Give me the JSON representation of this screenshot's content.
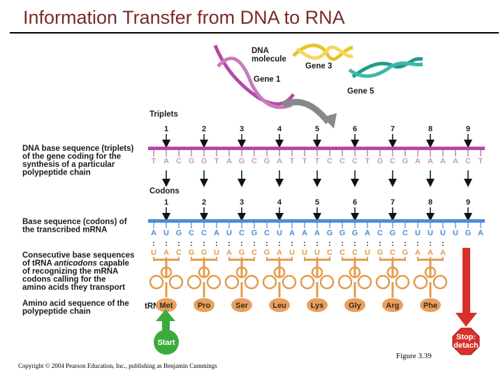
{
  "title": "Information Transfer from DNA to RNA",
  "figure_number": "Figure 3.39",
  "copyright": "Copyright © 2004 Pearson Education, Inc., publishing as Benjamin Cummings",
  "dna_labels": {
    "molecule": "DNA\nmolecule",
    "gene1": "Gene 1",
    "gene3": "Gene 3",
    "gene5": "Gene 5"
  },
  "rows": {
    "triplets": "Triplets",
    "dna_seq": "DNA base sequence (triplets)\nof the gene coding for the\nsynthesis of a particular\npolypeptide chain",
    "codons": "Codons",
    "mrna_seq": "Base sequence (codons) of\nthe transcribed mRNA",
    "anticodons": "Consecutive base sequences\nof tRNA anticodons capable\nof recognizing the mRNA\ncodons calling for the\namino acids they transport",
    "amino_seq": "Amino acid sequence of the\npolypeptide chain",
    "trna": "tRNA"
  },
  "triplet_numbers": [
    "1",
    "2",
    "3",
    "4",
    "5",
    "6",
    "7",
    "8",
    "9"
  ],
  "codon_numbers": [
    "1",
    "2",
    "3",
    "4",
    "5",
    "6",
    "7",
    "8",
    "9"
  ],
  "dna_bases": [
    "T",
    "A",
    "C",
    "G",
    "G",
    "T",
    "A",
    "G",
    "C",
    "G",
    "A",
    "T",
    "T",
    "T",
    "C",
    "C",
    "C",
    "T",
    "G",
    "C",
    "G",
    "A",
    "A",
    "A",
    "A",
    "C",
    "T"
  ],
  "mrna_bases": [
    "A",
    "U",
    "G",
    "C",
    "C",
    "A",
    "U",
    "C",
    "G",
    "C",
    "U",
    "A",
    "A",
    "A",
    "G",
    "G",
    "G",
    "A",
    "C",
    "G",
    "C",
    "U",
    "U",
    "U",
    "U",
    "G",
    "A"
  ],
  "anticodon_bases": [
    "U",
    "A",
    "C",
    "G",
    "G",
    "U",
    "A",
    "G",
    "C",
    "G",
    "A",
    "U",
    "U",
    "U",
    "C",
    "C",
    "C",
    "U",
    "G",
    "C",
    "G",
    "A",
    "A",
    "A"
  ],
  "amino_acids": [
    "Met",
    "Pro",
    "Ser",
    "Leu",
    "Lys",
    "Gly",
    "Arg",
    "Phe"
  ],
  "start_label": "Start",
  "stop_label": "Stop:\ndetach",
  "colors": {
    "dna": "#b54aa5",
    "mrna": "#4a8dd6",
    "trna": "#e49a4a",
    "amino": "#e8a060",
    "start": "#3cab3c",
    "stop": "#d8302a",
    "title": "#7b2a2a"
  }
}
